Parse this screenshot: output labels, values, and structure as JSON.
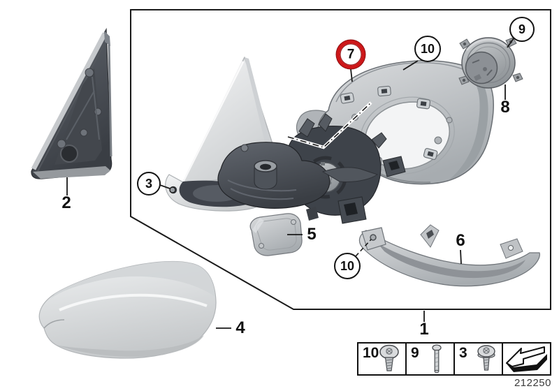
{
  "diagram": {
    "title": "exterior-mirror-exploded-parts-diagram",
    "drawing_number": "212250",
    "line_color": "#1a1a1a",
    "highlight_red": "#cd1719"
  },
  "callouts": {
    "part1": {
      "label": "1",
      "style": "plain"
    },
    "part2": {
      "label": "2",
      "style": "plain"
    },
    "part3": {
      "label": "3",
      "style": "circle"
    },
    "part4": {
      "label": "4",
      "style": "plain"
    },
    "part5": {
      "label": "5",
      "style": "plain"
    },
    "part6": {
      "label": "6",
      "style": "plain"
    },
    "part7": {
      "label": "7",
      "style": "circle",
      "highlighted": true
    },
    "part8": {
      "label": "8",
      "style": "plain"
    },
    "part9": {
      "label": "9",
      "style": "circle"
    },
    "part10_top": {
      "label": "10",
      "style": "circle"
    },
    "part10_bottom": {
      "label": "10",
      "style": "circle"
    }
  },
  "legend": {
    "items": [
      {
        "label": "10",
        "icon": "pan-head-screw-icon"
      },
      {
        "label": "9",
        "icon": "long-screw-icon"
      },
      {
        "label": "3",
        "icon": "flange-screw-icon"
      },
      {
        "label": "",
        "icon": "direction-arrow-icon"
      }
    ]
  }
}
